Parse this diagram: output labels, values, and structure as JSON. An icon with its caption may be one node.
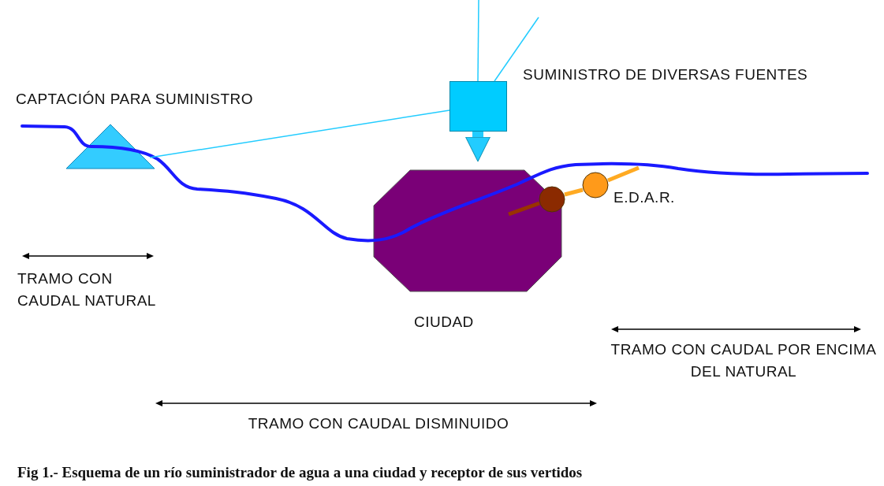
{
  "diagram": {
    "caption": "Fig 1.- Esquema de un río suministrador de agua a una ciudad y receptor de sus vertidos",
    "nodes": [
      {
        "text": [
          "CAPTACIÓN PARA SUMINISTRO"
        ]
      },
      {
        "text": [
          "SUMINISTRO DE DIVERSAS FUENTES"
        ]
      },
      {
        "text": [
          "CIUDAD"
        ]
      },
      {
        "text": [],
        "shape": "circle"
      },
      {
        "text": [
          "E.D.A.R."
        ]
      }
    ],
    "edges": [
      {
        "from": null,
        "to": 1,
        "arrow": "none"
      },
      {
        "from": null,
        "to": 1,
        "arrow": "none"
      },
      {
        "from": 0,
        "to": 1,
        "arrow": "none"
      },
      {
        "from": 1,
        "to": 2,
        "arrow": "to",
        "style": "thick"
      },
      {
        "from": 2,
        "to": 3,
        "arrow": "none",
        "style": "thick",
        "color": "#993300"
      },
      {
        "from": 3,
        "to": 4,
        "arrow": "none",
        "style": "thick",
        "color": "#ffaa22"
      }
    ],
    "labels": [
      "TRAMO CON CAUDAL NATURAL",
      "TRAMO CON CAUDAL POR ENCIMA DEL NATURAL",
      "TRAMO CON CAUDAL DISMINUIDO"
    ]
  }
}
